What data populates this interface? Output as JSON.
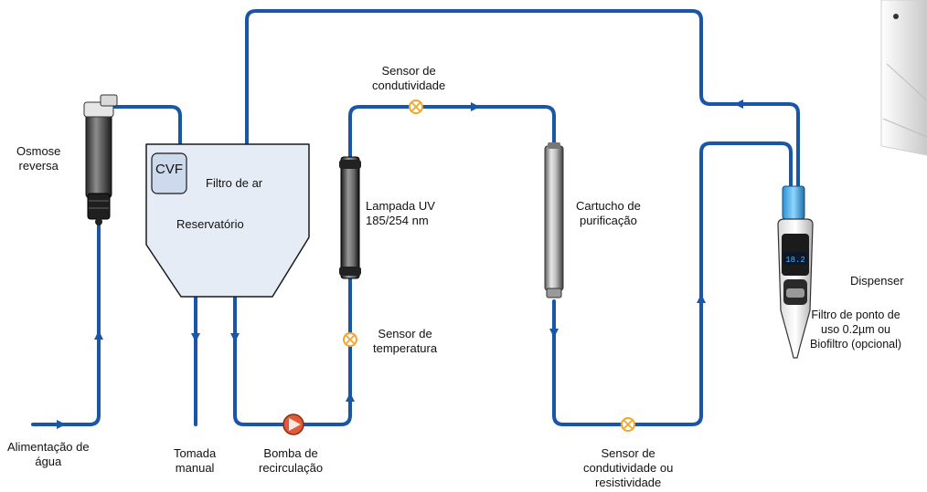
{
  "labels": {
    "osmose": [
      "Osmose",
      "reversa"
    ],
    "cvf": "CVF",
    "filtro_ar": "Filtro de ar",
    "reservatorio": "Reservatório",
    "sensor_condutividade_top": [
      "Sensor de",
      "condutividade"
    ],
    "lampada_uv": [
      "Lampada UV",
      "185/254 nm"
    ],
    "cartucho": [
      "Cartucho de",
      "purificação"
    ],
    "sensor_temperatura": [
      "Sensor de",
      "temperatura"
    ],
    "alimentacao": [
      "Alimentação de",
      "água"
    ],
    "tomada_manual": [
      "Tomada",
      "manual"
    ],
    "bomba": [
      "Bomba de",
      "recirculação"
    ],
    "sensor_condutividade_bottom": [
      "Sensor de",
      "condutividade ou",
      "resistividade"
    ],
    "dispenser": "Dispenser",
    "filtro_ponto": [
      "Filtro de ponto de",
      "uso 0.2µm ou",
      "Biofiltro (opcional)"
    ],
    "display_value": "18.2"
  },
  "colors": {
    "pipe": "#1a56a8",
    "sensor": "#f2a52a",
    "pump": "#e05a3a",
    "reservoir": "#e6ecf5"
  }
}
